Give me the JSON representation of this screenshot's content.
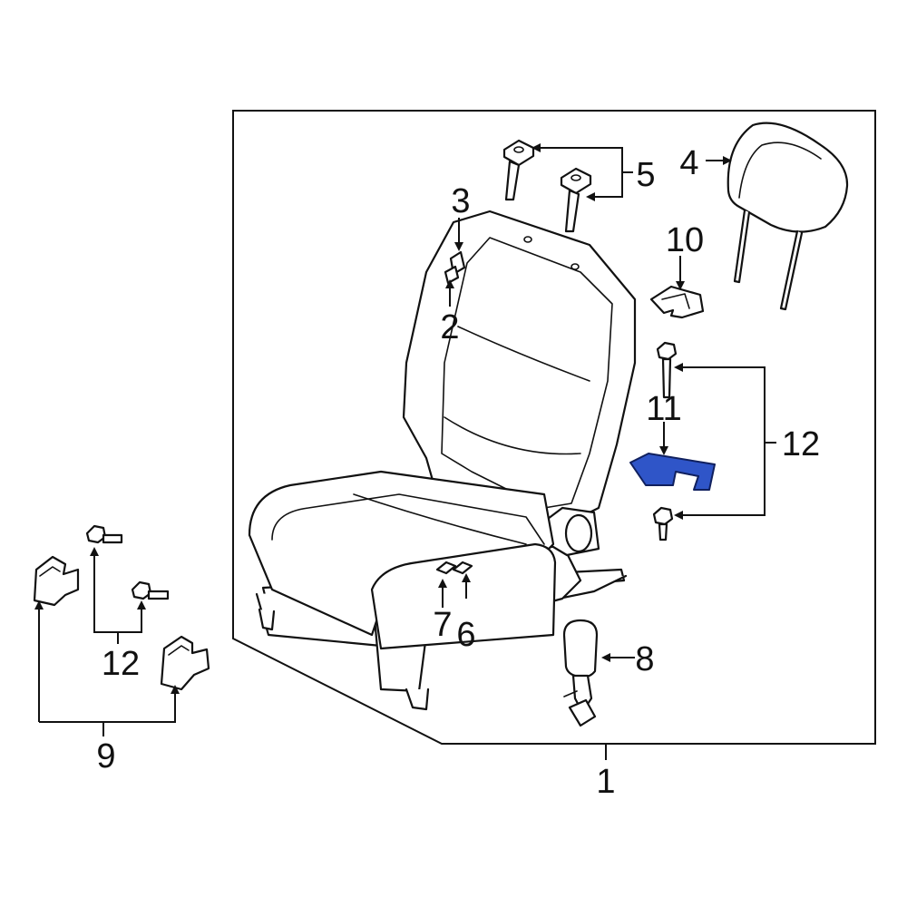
{
  "diagram": {
    "callouts": {
      "c1": "1",
      "c2": "2",
      "c3": "3",
      "c4": "4",
      "c5": "5",
      "c6": "6",
      "c7": "7",
      "c8": "8",
      "c9": "9",
      "c10": "10",
      "c11": "11",
      "c12_right": "12",
      "c12_left": "12"
    },
    "parts": [
      {
        "id": "1",
        "name": "seat-assembly-icon"
      },
      {
        "id": "2",
        "name": "clip-icon"
      },
      {
        "id": "3",
        "name": "clip-icon"
      },
      {
        "id": "4",
        "name": "headrest-icon"
      },
      {
        "id": "5",
        "name": "headrest-guide-icon"
      },
      {
        "id": "6",
        "name": "clip-icon"
      },
      {
        "id": "7",
        "name": "clip-icon"
      },
      {
        "id": "8",
        "name": "seat-belt-buckle-icon"
      },
      {
        "id": "9",
        "name": "bracket-icon"
      },
      {
        "id": "10",
        "name": "bracket-icon"
      },
      {
        "id": "11",
        "name": "highlighted-cover-icon"
      },
      {
        "id": "12",
        "name": "bolt-icon"
      }
    ],
    "highlight_color": "#2f55c8"
  }
}
